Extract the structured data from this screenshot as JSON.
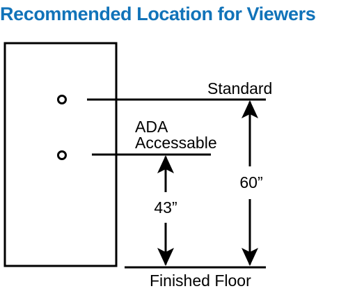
{
  "title": "Recommended Location for Viewers",
  "labels": {
    "standard": "Standard",
    "ada_line1": "ADA",
    "ada_line2": "Accessable",
    "ada_height": "43”",
    "standard_height": "60”",
    "floor": "Finished Floor"
  },
  "colors": {
    "title": "#1173b9",
    "lines": "#000000",
    "background": "#ffffff"
  }
}
